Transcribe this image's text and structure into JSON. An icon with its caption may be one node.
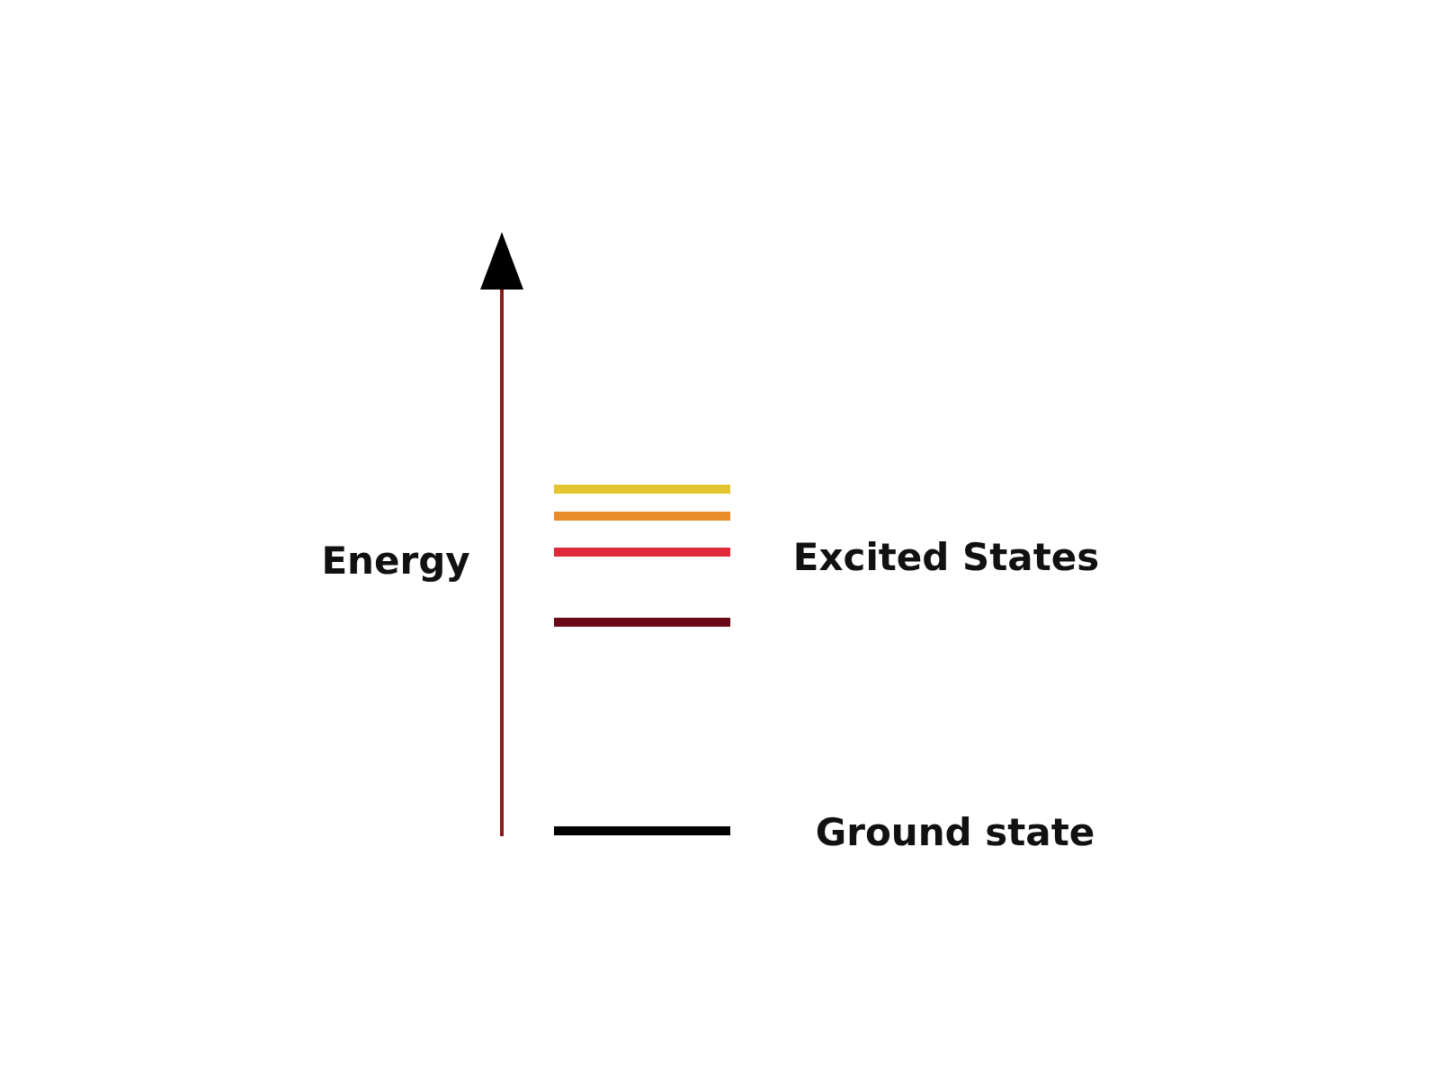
{
  "diagram": {
    "labels": [
      "Energy",
      "Excited States",
      "Ground state"
    ]
  }
}
